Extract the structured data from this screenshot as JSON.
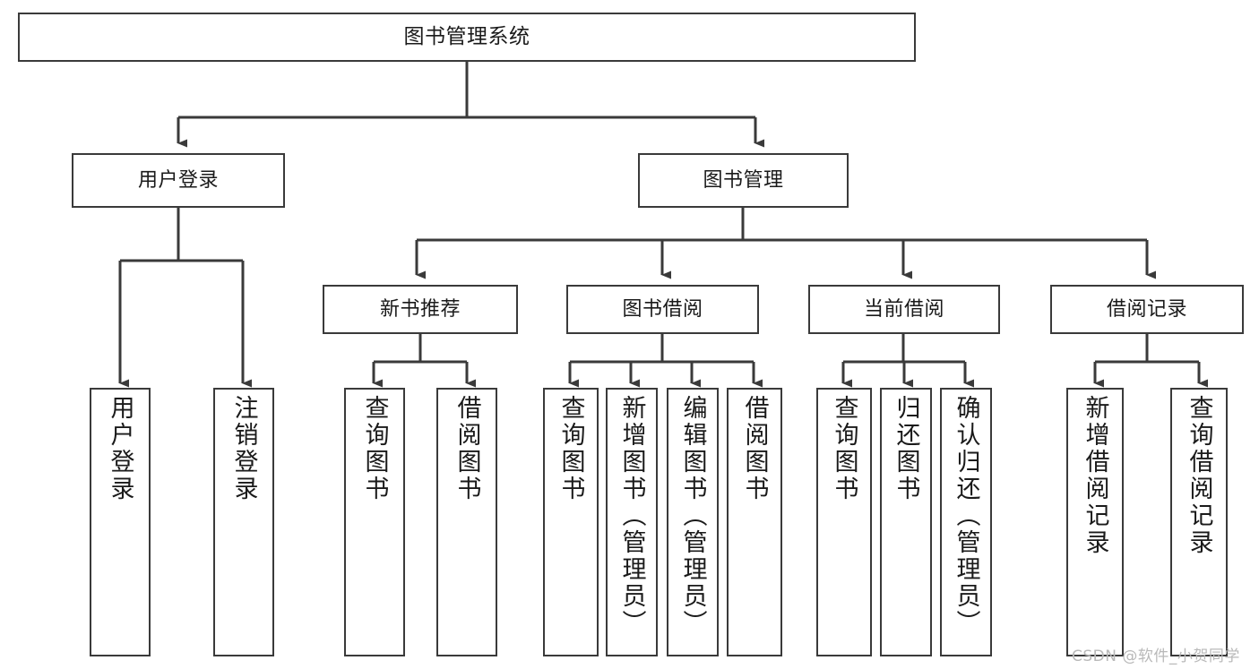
{
  "diagram": {
    "title": "图书管理系统",
    "type": "hierarchy-tree",
    "levels": 3,
    "root": {
      "label": "图书管理系统"
    },
    "level2": [
      {
        "label": "用户登录"
      },
      {
        "label": "图书管理"
      }
    ],
    "level3": [
      {
        "label": "新书推荐"
      },
      {
        "label": "图书借阅"
      },
      {
        "label": "当前借阅"
      },
      {
        "label": "借阅记录"
      }
    ],
    "leaves": {
      "user_login": [
        {
          "label": "用户登录"
        },
        {
          "label": "注销登录"
        }
      ],
      "new_book_rec": [
        {
          "label": "查询图书"
        },
        {
          "label": "借阅图书"
        }
      ],
      "book_borrow": [
        {
          "label": "查询图书"
        },
        {
          "label": "新增图书（管理员）"
        },
        {
          "label": "编辑图书（管理员）"
        },
        {
          "label": "借阅图书"
        }
      ],
      "current_borrow": [
        {
          "label": "查询图书"
        },
        {
          "label": "归还图书"
        },
        {
          "label": "确认归还（管理员）"
        }
      ],
      "borrow_record": [
        {
          "label": "新增借阅记录"
        },
        {
          "label": "查询借阅记录"
        }
      ]
    }
  },
  "watermark": {
    "text": "CSDN @软件_小贺同学"
  },
  "colors": {
    "stroke": "#3a3a3a",
    "background": "#ffffff",
    "text": "#1a1a1a",
    "watermark": "#b9b9b9"
  }
}
